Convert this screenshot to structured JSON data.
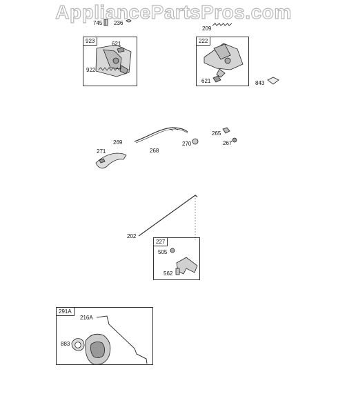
{
  "watermark": "AppliancePartsPros.com",
  "callouts": {
    "p745": "745",
    "p236": "236",
    "p209": "209",
    "p621a": "621",
    "p922": "922",
    "p621b": "621",
    "p843": "843",
    "p265": "265",
    "p269": "269",
    "p270": "270",
    "p267": "267",
    "p268": "268",
    "p271": "271",
    "p202": "202",
    "p505": "505",
    "p562": "562",
    "p216a": "216A",
    "p883": "883"
  },
  "groups": {
    "g923": "923",
    "g222": "222",
    "g227": "227",
    "g291a": "291A"
  }
}
